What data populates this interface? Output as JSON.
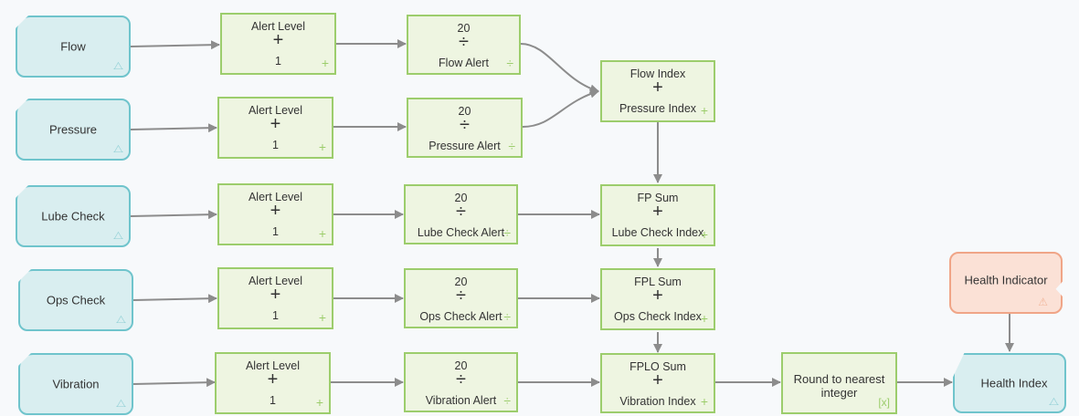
{
  "inputs": [
    {
      "label": "Flow"
    },
    {
      "label": "Pressure"
    },
    {
      "label": "Lube Check"
    },
    {
      "label": "Ops Check"
    },
    {
      "label": "Vibration"
    }
  ],
  "alert_level_nodes": [
    {
      "top": "Alert Level",
      "symbol": "+",
      "bottom": "1"
    },
    {
      "top": "Alert Level",
      "symbol": "+",
      "bottom": "1"
    },
    {
      "top": "Alert Level",
      "symbol": "+",
      "bottom": "1"
    },
    {
      "top": "Alert Level",
      "symbol": "+",
      "bottom": "1"
    },
    {
      "top": "Alert Level",
      "symbol": "+",
      "bottom": "1"
    }
  ],
  "divide_nodes": [
    {
      "top": "20",
      "symbol": "÷",
      "bottom": "Flow Alert"
    },
    {
      "top": "20",
      "symbol": "÷",
      "bottom": "Pressure Alert"
    },
    {
      "top": "20",
      "symbol": "÷",
      "bottom": "Lube Check Alert"
    },
    {
      "top": "20",
      "symbol": "÷",
      "bottom": "Ops Check Alert"
    },
    {
      "top": "20",
      "symbol": "÷",
      "bottom": "Vibration Alert"
    }
  ],
  "sum_nodes": [
    {
      "top": "Flow Index",
      "symbol": "+",
      "bottom": "Pressure Index"
    },
    {
      "top": "FP Sum",
      "symbol": "+",
      "bottom": "Lube Check Index"
    },
    {
      "top": "FPL Sum",
      "symbol": "+",
      "bottom": "Ops Check Index"
    },
    {
      "top": "FPLO Sum",
      "symbol": "+",
      "bottom": "Vibration Index"
    }
  ],
  "round_node": {
    "label": "Round to nearest integer"
  },
  "health_indicator": {
    "label": "Health Indicator"
  },
  "health_index": {
    "label": "Health Index"
  },
  "icons": {
    "add": "plus-icon",
    "divide": "divide-icon",
    "input": "input-chart-icon",
    "alert": "warning-icon",
    "function": "function-x-icon"
  },
  "colors": {
    "input_fill": "#d9eef0",
    "input_border": "#6fc4cc",
    "op_fill": "#eef5e1",
    "op_border": "#9ccd6c",
    "alert_fill": "#fbe1d6",
    "alert_border": "#f0a587",
    "connector": "#8c8c8c"
  }
}
